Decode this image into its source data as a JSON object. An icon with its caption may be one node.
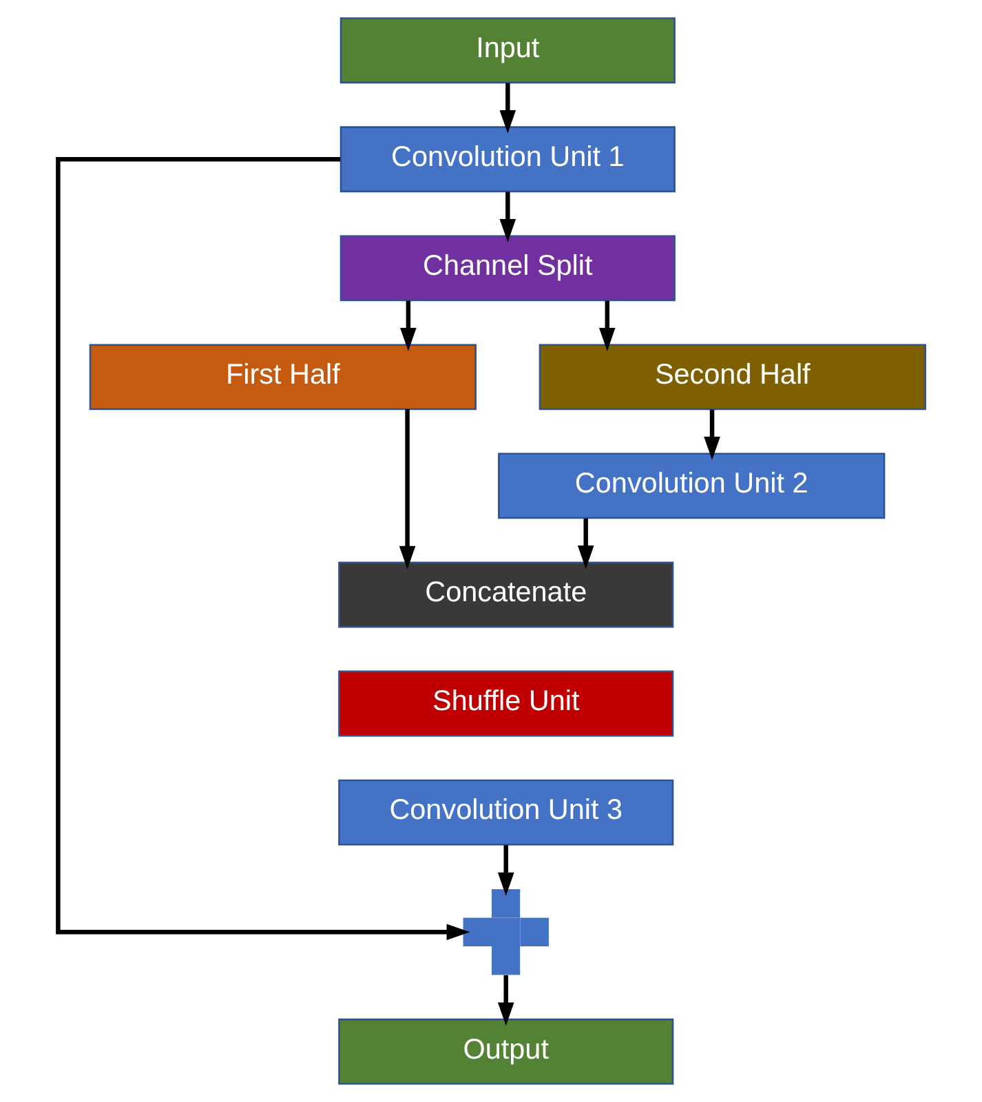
{
  "diagram": {
    "nodes": [
      {
        "text": [
          "Input"
        ]
      },
      {
        "text": [
          "Convolution Unit 1"
        ]
      },
      {
        "text": [
          "Channel Split"
        ]
      },
      {
        "text": [
          "First Half"
        ]
      },
      {
        "text": [
          "Second Half"
        ]
      },
      {
        "text": [
          "Convolution Unit 2"
        ]
      },
      {
        "text": [
          "Concatenate"
        ]
      },
      {
        "text": [
          "Shuffle Unit"
        ]
      },
      {
        "text": [
          "Convolution Unit 3"
        ]
      },
      {
        "text": [],
        "shape": "cross"
      },
      {
        "text": [
          "Output"
        ]
      }
    ],
    "edges": [
      {
        "from": 0,
        "to": 1,
        "arrow": "to"
      },
      {
        "from": 1,
        "to": 2,
        "arrow": "to"
      },
      {
        "from": 2,
        "to": 3,
        "arrow": "to"
      },
      {
        "from": 2,
        "to": 4,
        "arrow": "to"
      },
      {
        "from": 4,
        "to": 5,
        "arrow": "to"
      },
      {
        "from": 3,
        "to": 6,
        "arrow": "to"
      },
      {
        "from": 5,
        "to": 6,
        "arrow": "to"
      },
      {
        "from": 8,
        "to": 9,
        "arrow": "to"
      },
      {
        "from": 1,
        "to": 9,
        "arrow": "to"
      },
      {
        "from": 9,
        "to": 10,
        "arrow": "to"
      }
    ]
  }
}
